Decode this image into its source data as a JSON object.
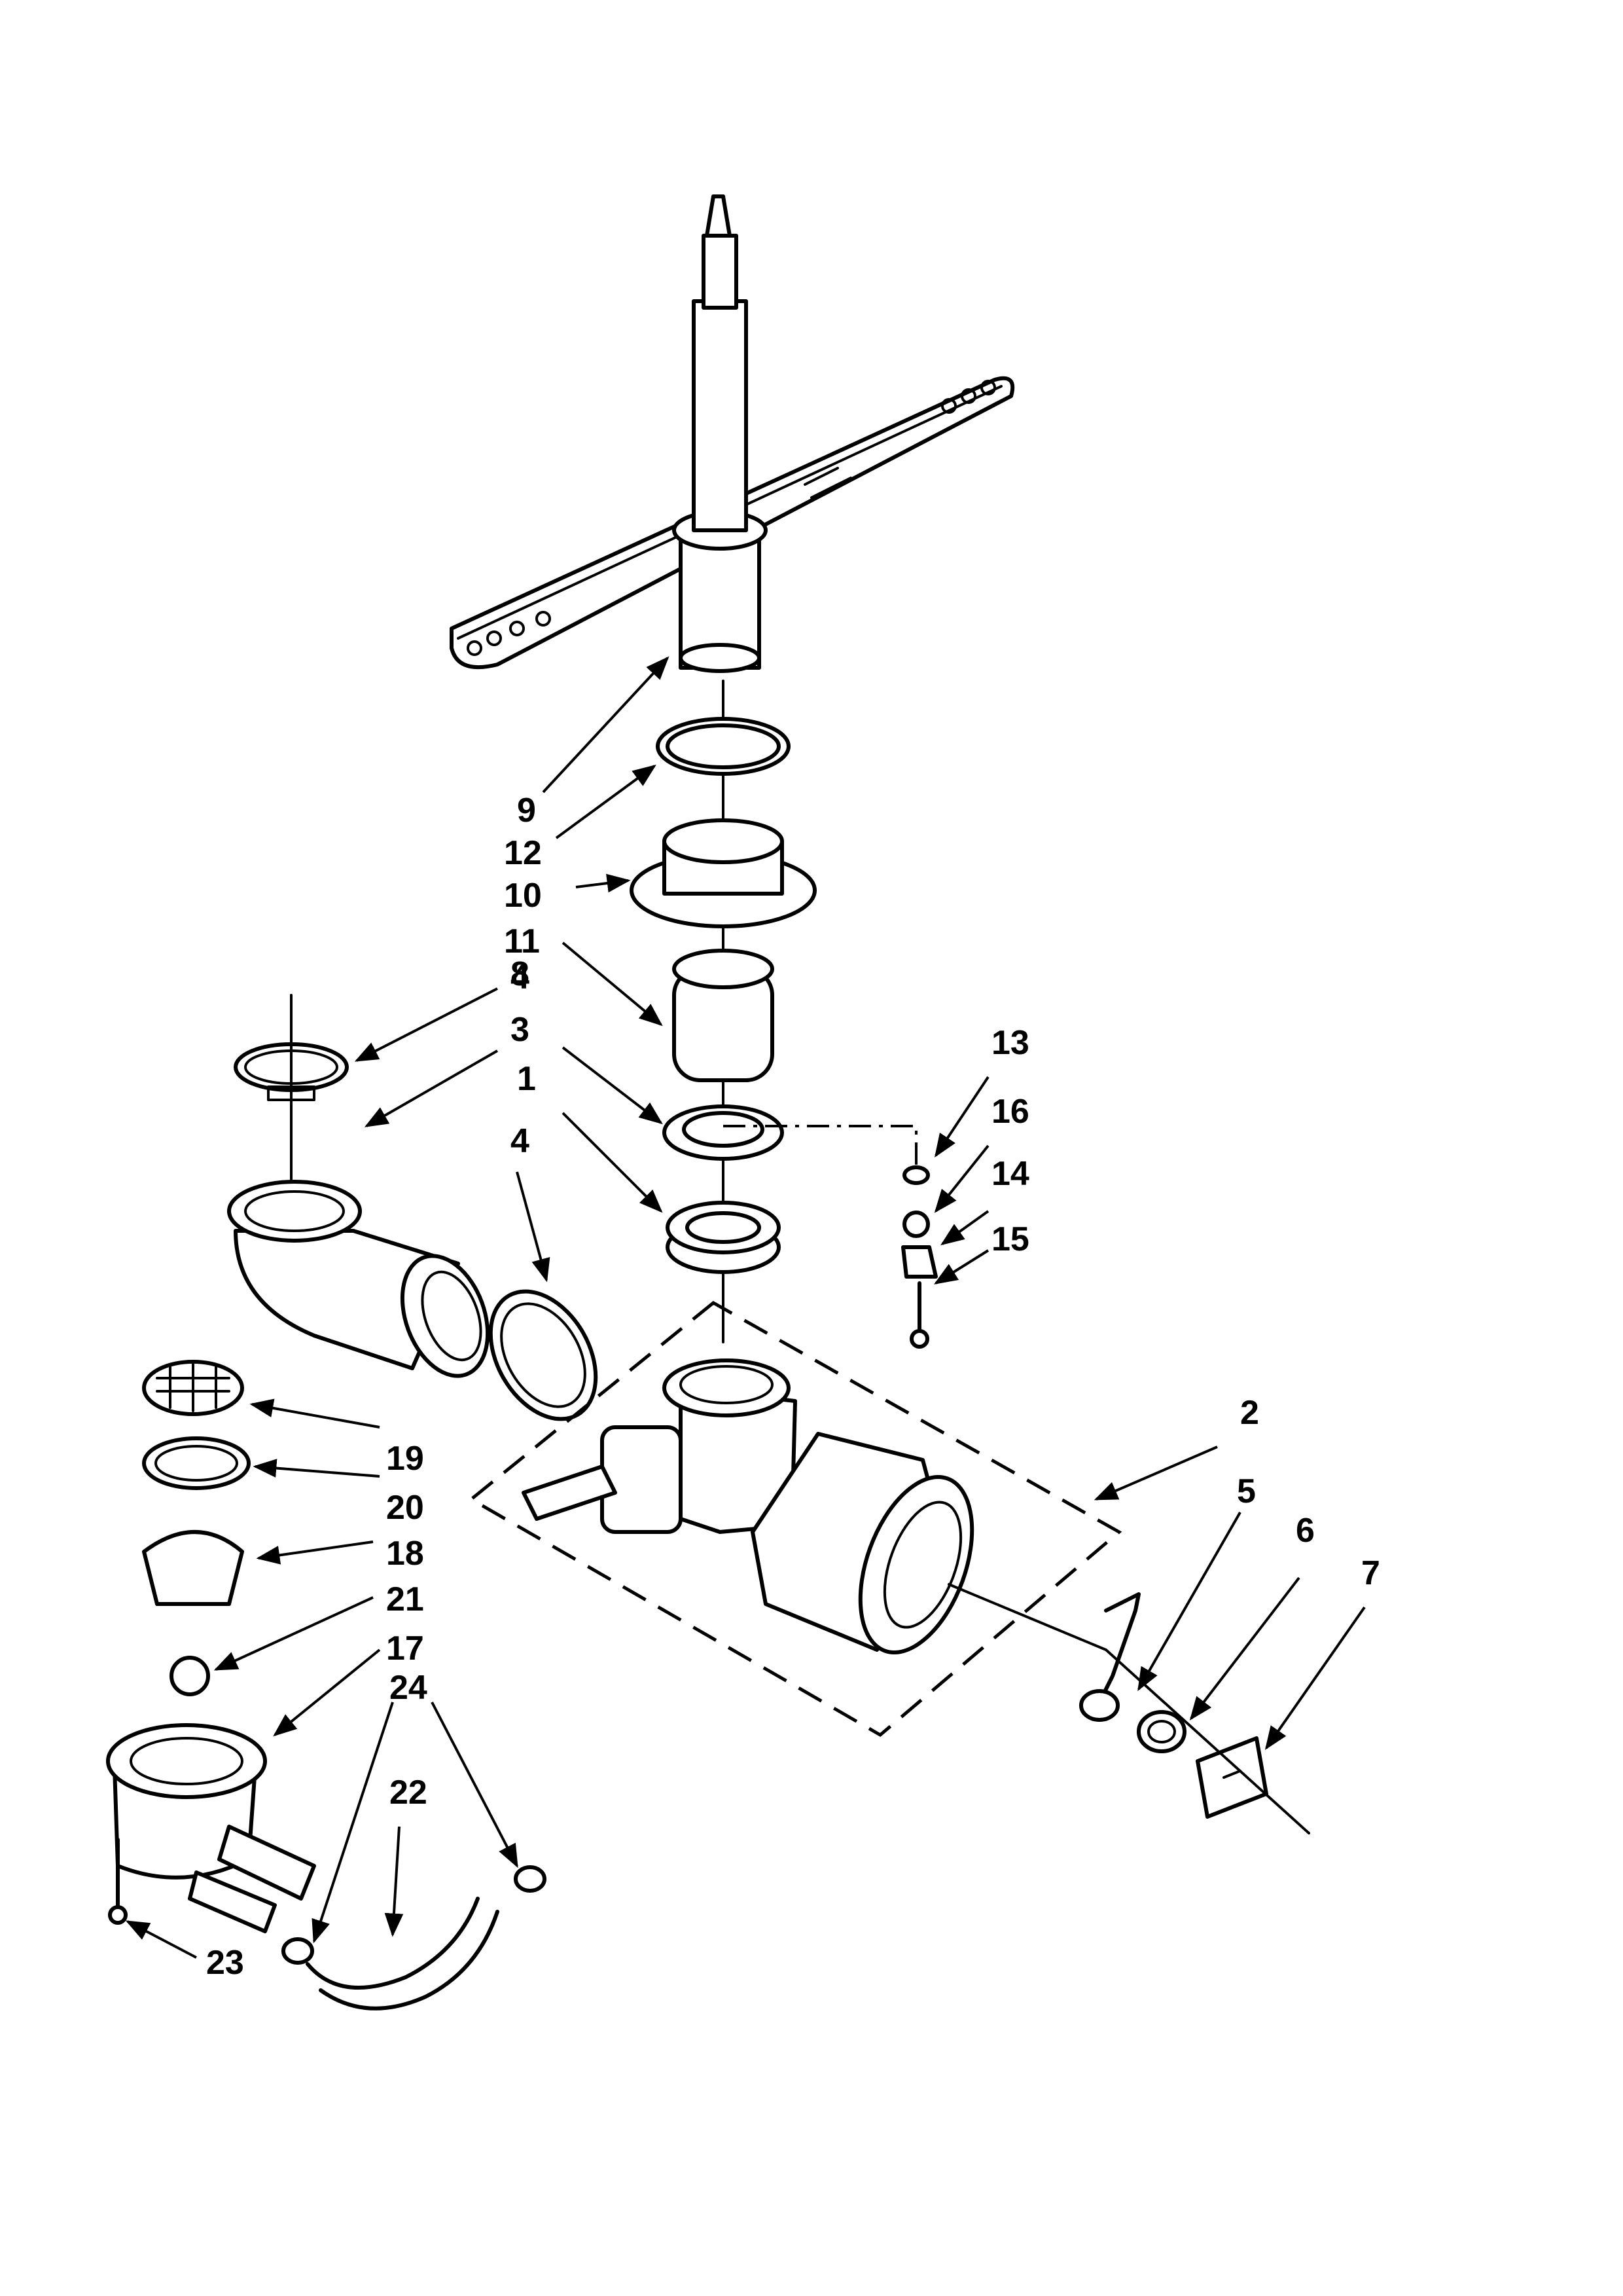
{
  "callouts": [
    {
      "id": "c1",
      "label": "1"
    },
    {
      "id": "c2",
      "label": "2"
    },
    {
      "id": "c3",
      "label": "3"
    },
    {
      "id": "c4a",
      "label": "4"
    },
    {
      "id": "c4b",
      "label": "4"
    },
    {
      "id": "c5",
      "label": "5"
    },
    {
      "id": "c6",
      "label": "6"
    },
    {
      "id": "c7",
      "label": "7"
    },
    {
      "id": "c8",
      "label": "8"
    },
    {
      "id": "c9",
      "label": "9"
    },
    {
      "id": "c10",
      "label": "10"
    },
    {
      "id": "c11",
      "label": "11"
    },
    {
      "id": "c12",
      "label": "12"
    },
    {
      "id": "c13",
      "label": "13"
    },
    {
      "id": "c14",
      "label": "14"
    },
    {
      "id": "c15",
      "label": "15"
    },
    {
      "id": "c16",
      "label": "16"
    },
    {
      "id": "c17",
      "label": "17"
    },
    {
      "id": "c18",
      "label": "18"
    },
    {
      "id": "c19",
      "label": "19"
    },
    {
      "id": "c20",
      "label": "20"
    },
    {
      "id": "c21",
      "label": "21"
    },
    {
      "id": "c22",
      "label": "22"
    },
    {
      "id": "c23",
      "label": "23"
    },
    {
      "id": "c24",
      "label": "24"
    }
  ]
}
